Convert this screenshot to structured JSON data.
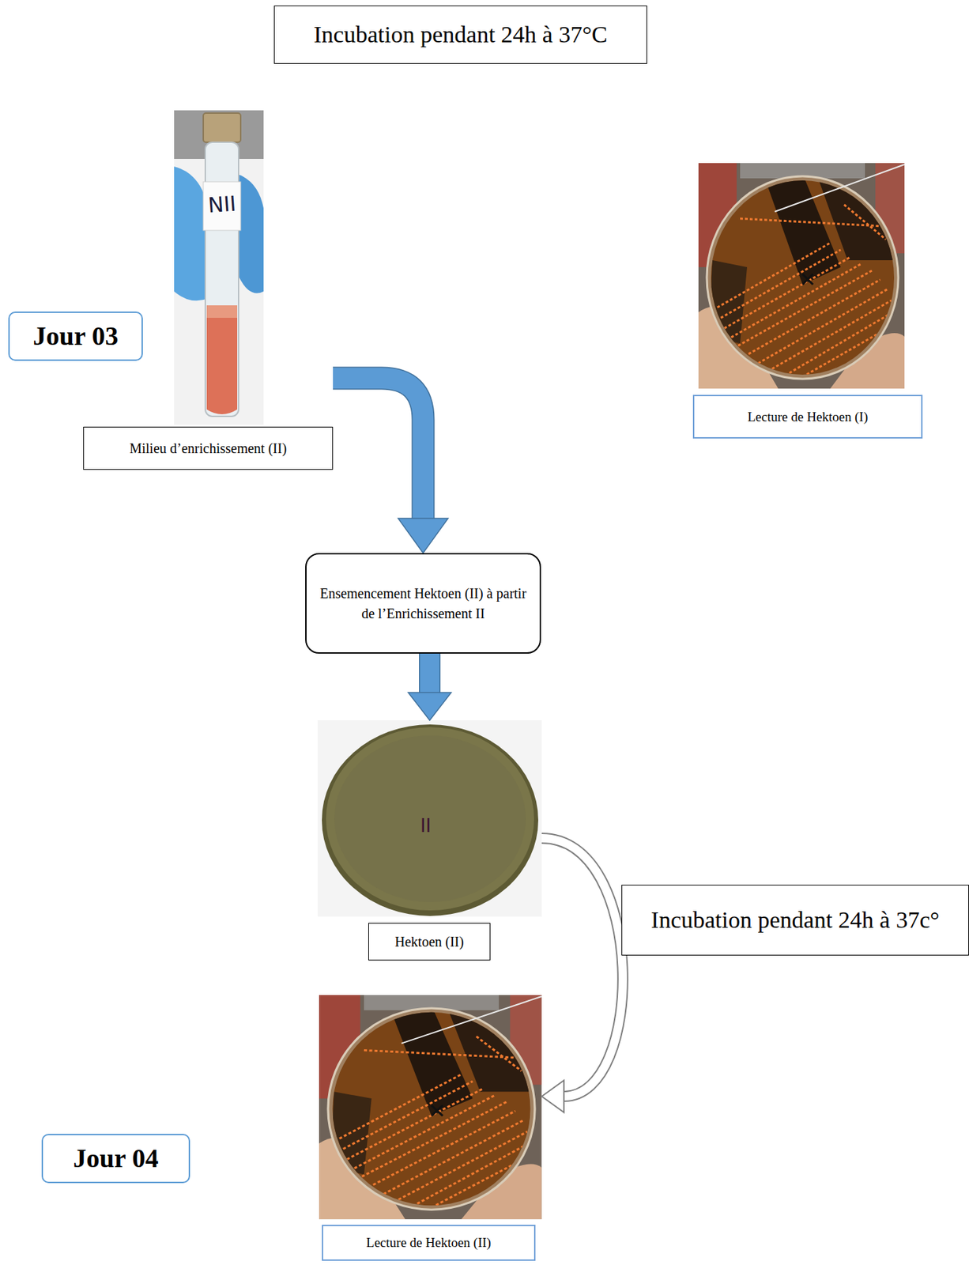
{
  "diagram": {
    "nodes": [
      {
        "text": [
          "Incubation pendant 24h à 37°C"
        ]
      },
      {
        "text": [
          "Milieu d’enrichissement (II)"
        ]
      },
      {
        "text": [
          "Lecture de Hektoen (I)"
        ]
      },
      {
        "text": [
          "Jour 03"
        ]
      },
      {
        "text": [
          "Ensemencement Hektoen (II) à partir de l’Enrichissement II"
        ]
      },
      {
        "text": [
          "Hektoen (II)"
        ]
      },
      {
        "text": [
          "Incubation pendant 24h à 37c°"
        ]
      },
      {
        "text": [
          "Jour 04"
        ]
      },
      {
        "text": [
          "Lecture de Hektoen (II)"
        ]
      }
    ],
    "edges": [
      {
        "from": 1,
        "to": 4,
        "arrow": "to"
      },
      {
        "from": 4,
        "to": 5,
        "arrow": "to"
      },
      {
        "from": 5,
        "to": 8,
        "arrow": "to"
      }
    ],
    "labels": [
      "NII",
      "II"
    ]
  }
}
